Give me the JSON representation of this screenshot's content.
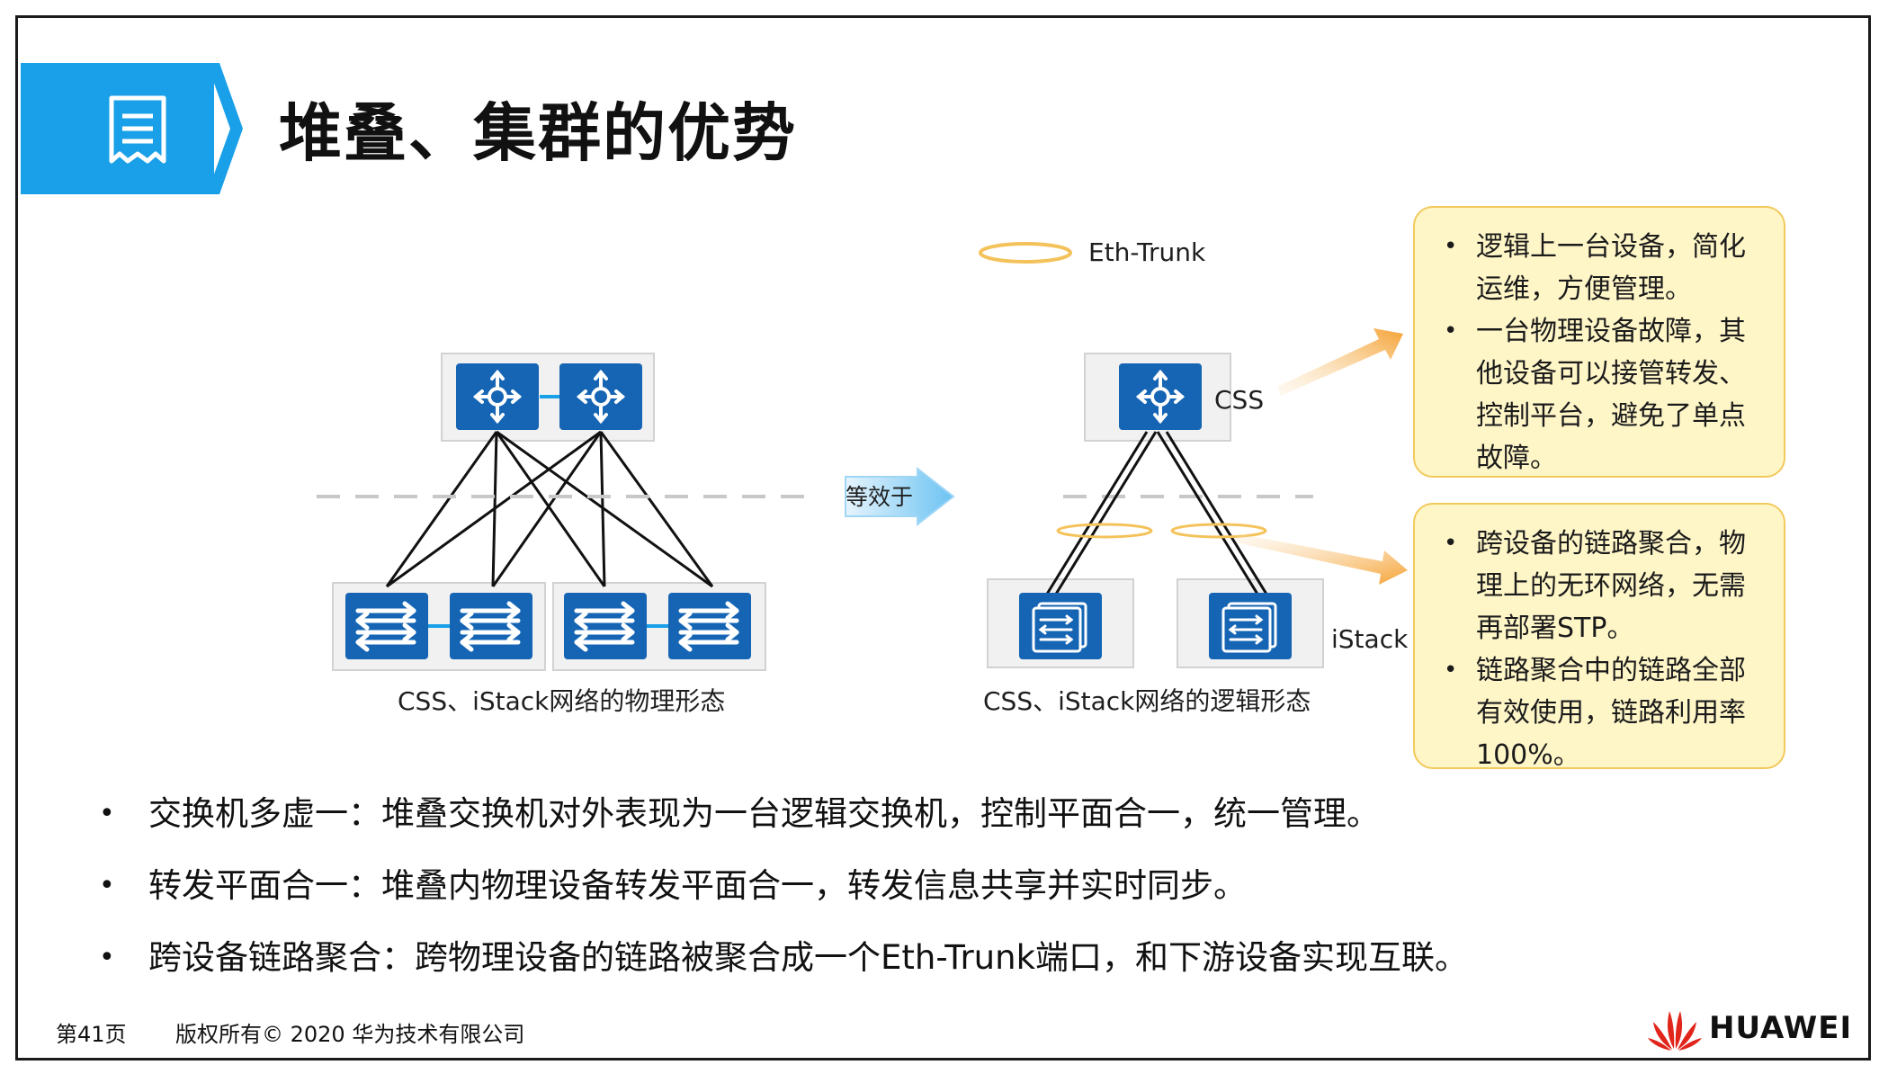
{
  "slide": {
    "title": "堆叠、集群的优势",
    "page_number": "第41页",
    "copyright": "版权所有© 2020 华为技术有限公司",
    "brand": "HUAWEI"
  },
  "diagram": {
    "legend_label": "Eth-Trunk",
    "equivalent_label": "等效于",
    "css_label": "CSS",
    "istack_label": "iStack",
    "physical_caption": "CSS、iStack网络的物理形态",
    "logical_caption": "CSS、iStack网络的逻辑形态"
  },
  "callouts": [
    {
      "items": [
        "逻辑上一台设备，简化运维，方便管理。",
        "一台物理设备故障，其他设备可以接管转发、控制平台，避免了单点故障。"
      ]
    },
    {
      "items": [
        "跨设备的链路聚合，物理上的无环网络，无需再部署STP。",
        "链路聚合中的链路全部有效使用，链路利用率100%。"
      ]
    }
  ],
  "bullets": [
    "交换机多虚一：堆叠交换机对外表现为一台逻辑交换机，控制平面合一，统一管理。",
    "转发平面合一：堆叠内物理设备转发平面合一，转发信息共享并实时同步。",
    "跨设备链路聚合：跨物理设备的链路被聚合成一个Eth-Trunk端口，和下游设备实现互联。"
  ],
  "colors": {
    "accent_blue": "#1aa0e8",
    "device_blue": "#1565b4",
    "eth_trunk": "#f4c25a",
    "arrow_orange": "#f5a234",
    "callout_fill": "#fff6c8"
  }
}
